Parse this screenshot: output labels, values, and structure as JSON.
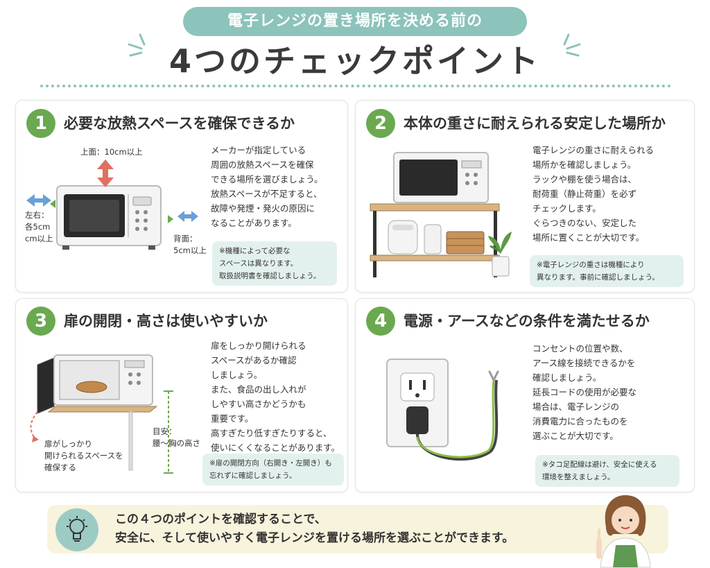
{
  "header": {
    "subtitle": "電子レンジの置き場所を決める前の",
    "title": "4つのチェックポイント"
  },
  "cards": [
    {
      "number": "1",
      "title": "必要な放熱スペースを確保できるか",
      "body": [
        "メーカーが指定している",
        "周囲の放熱スペースを確保",
        "できる場所を選びましょう。",
        "放熱スペースが不足すると、",
        "故障や発煙・発火の原因に",
        "なることがあります。"
      ],
      "note": [
        "※機種によって必要な",
        "スペースは異なります。",
        "取扱説明書を確認しましょう。"
      ],
      "labels": {
        "top": "上面：10cm以上",
        "side": [
          "左右：",
          "各5cm",
          "cm以上"
        ],
        "back": [
          "背面：",
          "5cm以上"
        ]
      }
    },
    {
      "number": "2",
      "title": "本体の重さに耐えられる安定した場所か",
      "body": [
        "電子レンジの重さに耐えられる",
        "場所かを確認しましょう。",
        "ラックや棚を使う場合は、",
        "耐荷重（静止荷重）を必ず",
        "チェックします。",
        "ぐらつきのない、安定した",
        "場所に置くことが大切です。"
      ],
      "note": [
        "※電子レンジの重さは機種により",
        "異なります。事前に確認しましょう。"
      ]
    },
    {
      "number": "3",
      "title": "扉の開閉・高さは使いやすいか",
      "body": [
        "扉をしっかり開けられる",
        "スペースがあるか確認",
        "しましょう。",
        "また、食品の出し入れが",
        "しやすい高さかどうかも",
        "重要です。",
        "高すぎたり低すぎたりすると、",
        "使いにくくなることがあります。"
      ],
      "note": [
        "※扉の開閉方向（右開き・左開き）も",
        "忘れずに確認しましょう。"
      ],
      "labels": {
        "door": [
          "扉がしっかり",
          "開けられるスペースを",
          "確保する"
        ],
        "height": [
          "目安：",
          "腰〜胸の高さ"
        ]
      }
    },
    {
      "number": "4",
      "title": "電源・アースなどの条件を満たせるか",
      "body": [
        "コンセントの位置や数、",
        "アース線を接続できるかを",
        "確認しましょう。",
        "延長コードの使用が必要な",
        "場合は、電子レンジの",
        "消費電力に合ったものを",
        "選ぶことが大切です。"
      ],
      "note": [
        "※タコ足配線は避け、安全に使える",
        "環境を整えましょう。"
      ]
    }
  ],
  "banner": {
    "lines": [
      "この４つのポイントを確認することで、",
      "安全に、そして使いやすく電子レンジを置ける場所を選ぶことができます。"
    ]
  },
  "colors": {
    "accent_teal": "#8cc3bb",
    "number_green": "#6aa94f",
    "note_bg": "#e3f1ee",
    "banner_bg": "#f8f3dc",
    "arrow_red": "#e07060",
    "arrow_blue": "#6a9fd8"
  },
  "icons": [
    "lightbulb-icon",
    "microwave-icon",
    "outlet-icon",
    "plant-icon",
    "rice-cooker-icon",
    "kettle-icon",
    "basket-icon",
    "woman-pointing-icon"
  ]
}
